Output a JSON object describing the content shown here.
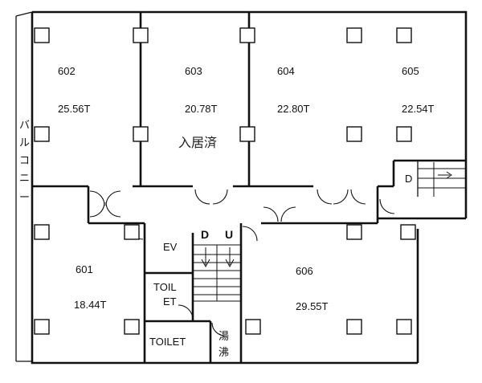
{
  "units": [
    {
      "id": "602",
      "label": "602",
      "area": "25.56T"
    },
    {
      "id": "603",
      "label": "603",
      "area": "20.78T"
    },
    {
      "id": "604",
      "label": "604",
      "area": "22.80T"
    },
    {
      "id": "605",
      "label": "605",
      "area": "22.54T"
    },
    {
      "id": "601",
      "label": "601",
      "area": "18.44T"
    },
    {
      "id": "606",
      "label": "606",
      "area": "29.55T"
    }
  ],
  "occupied_note": "入居済",
  "balcony_label": [
    "バ",
    "ル",
    "コ",
    "ニ",
    "ー"
  ],
  "rooms": {
    "ev": "EV",
    "toilet1": [
      "TOIL",
      "ET"
    ],
    "toilet2": "TOILET",
    "kitchen": [
      "湯",
      "沸"
    ]
  },
  "stairs": {
    "down": "D",
    "up": "U"
  },
  "right_stair_label": "D"
}
